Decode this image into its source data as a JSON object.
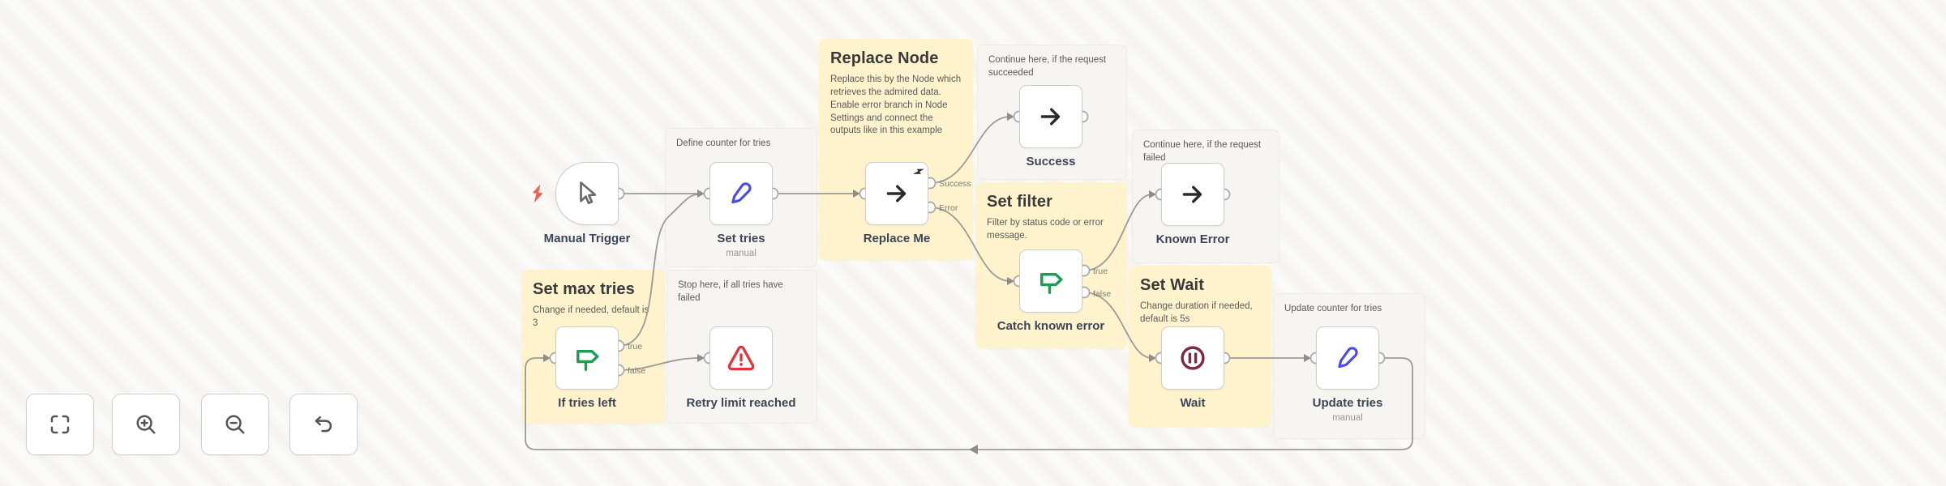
{
  "colors": {
    "sticky_yellow": "#FFF3CE",
    "note_gray": "#F6F5F2",
    "node_bg": "#FFFFFF",
    "node_border": "#CFCDC9",
    "edge": "#9B9A97",
    "node_label": "#3E4557",
    "sub_label": "#9A9894",
    "sticky_title": "#3A3A38",
    "sticky_body": "#5A5A56",
    "spark_red": "#F25E49",
    "pen_blue": "#4B4DE8",
    "if_green": "#1D9E55",
    "wait_maroon": "#7D2B45",
    "error_red": "#E5343E",
    "arrow_dark": "#2B2B2B",
    "port_label": "#7C7A76"
  },
  "canvas": {
    "stickies": [
      {
        "id": "set-max-tries",
        "title": "Set max tries",
        "body": "Change if needed, default is 3"
      },
      {
        "id": "replace-node",
        "title": "Replace Node",
        "body": "Replace this by the Node which retrieves the admired data.\nEnable error branch in Node Settings and connect the outputs like in this example"
      },
      {
        "id": "set-filter",
        "title": "Set filter",
        "body": "Filter by status code or error message."
      },
      {
        "id": "set-wait",
        "title": "Set Wait",
        "body": "Change duration if needed, default is 5s"
      }
    ],
    "notes": [
      {
        "id": "define-counter",
        "text": "Define counter for tries"
      },
      {
        "id": "stop-here",
        "text": "Stop here, if all tries have failed"
      },
      {
        "id": "continue-succeeded",
        "text": "Continue here, if the request succeeded"
      },
      {
        "id": "continue-failed",
        "text": "Continue here, if the request failed"
      },
      {
        "id": "update-counter",
        "text": "Update counter for tries"
      }
    ],
    "nodes": [
      {
        "id": "manual-trigger",
        "label": "Manual Trigger",
        "sublabel": "",
        "icon": "cursor-icon"
      },
      {
        "id": "set-tries",
        "label": "Set tries",
        "sublabel": "manual",
        "icon": "pen-icon"
      },
      {
        "id": "replace-me",
        "label": "Replace Me",
        "sublabel": "",
        "icon": "arrow-icon"
      },
      {
        "id": "success",
        "label": "Success",
        "sublabel": "",
        "icon": "arrow-icon"
      },
      {
        "id": "catch-known-error",
        "label": "Catch known error",
        "sublabel": "",
        "icon": "signpost-icon"
      },
      {
        "id": "known-error",
        "label": "Known Error",
        "sublabel": "",
        "icon": "arrow-icon"
      },
      {
        "id": "wait",
        "label": "Wait",
        "sublabel": "",
        "icon": "pause-circle-icon"
      },
      {
        "id": "update-tries",
        "label": "Update tries",
        "sublabel": "manual",
        "icon": "pen-icon"
      },
      {
        "id": "if-tries-left",
        "label": "If tries left",
        "sublabel": "",
        "icon": "signpost-icon"
      },
      {
        "id": "retry-limit-reached",
        "label": "Retry limit reached",
        "sublabel": "",
        "icon": "warning-triangle-icon"
      }
    ],
    "port_labels": {
      "replace_me_success": "Success",
      "replace_me_error": "Error",
      "catch_true": "true",
      "catch_false": "false",
      "if_true": "true",
      "if_false": "false"
    },
    "connections": [
      {
        "from": "manual-trigger",
        "to": "set-tries"
      },
      {
        "from": "set-tries",
        "to": "replace-me"
      },
      {
        "from": "replace-me",
        "port": "Success",
        "to": "success"
      },
      {
        "from": "replace-me",
        "port": "Error",
        "to": "catch-known-error"
      },
      {
        "from": "catch-known-error",
        "port": "true",
        "to": "known-error"
      },
      {
        "from": "catch-known-error",
        "port": "false",
        "to": "wait"
      },
      {
        "from": "wait",
        "to": "update-tries"
      },
      {
        "from": "update-tries",
        "to": "if-tries-left"
      },
      {
        "from": "if-tries-left",
        "port": "true",
        "to": "set-tries"
      },
      {
        "from": "if-tries-left",
        "port": "false",
        "to": "retry-limit-reached"
      }
    ]
  },
  "toolbar": {
    "buttons": [
      {
        "id": "fit-view",
        "icon": "fit-view-icon"
      },
      {
        "id": "zoom-in",
        "icon": "zoom-in-icon"
      },
      {
        "id": "zoom-out",
        "icon": "zoom-out-icon"
      },
      {
        "id": "reset-zoom",
        "icon": "undo-icon"
      }
    ]
  }
}
